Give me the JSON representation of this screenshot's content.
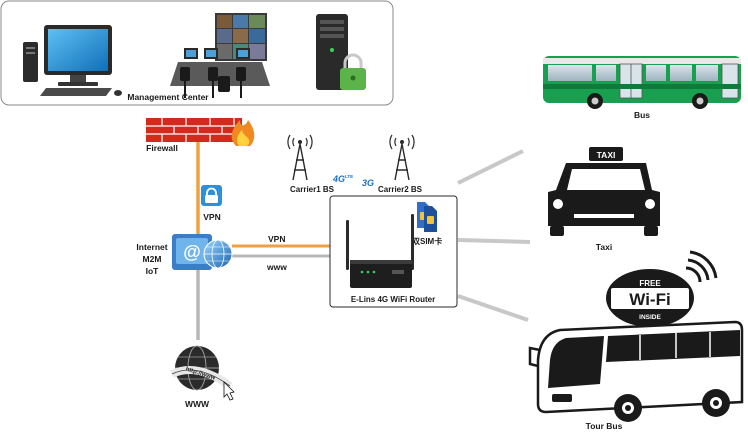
{
  "labels": {
    "management_center": "Management Center",
    "firewall": "Firewall",
    "vpn_lock": "VPN",
    "internet_lines": [
      "Internet",
      "M2M",
      "IoT"
    ],
    "vpn_link": "VPN",
    "www_link": "www",
    "www_globe": "WWW",
    "globe_url": "http://www",
    "carrier1": "Carrier1 BS",
    "carrier2": "Carrier2 BS",
    "tech_4g": "4G",
    "tech_4g_sup": "LTE",
    "tech_3g": "3G",
    "dual_sim": "双SIM卡",
    "router": "E-Lins 4G WiFi Router",
    "bus": "Bus",
    "taxi": "Taxi",
    "taxi_sign": "TAXI",
    "tour_bus": "Tour Bus",
    "wifi_free": "FREE",
    "wifi_main": "Wi-Fi",
    "wifi_inside": "INSIDE"
  },
  "colors": {
    "vpn_link": "#f0a040",
    "www_link": "#b8b8b8",
    "bus_green": "#18a050",
    "firewall_red": "#d42a1e",
    "lock_blue": "#2f8fd8",
    "screen_blue": "#1e8ad6",
    "connector_gray": "#c8c8c8"
  }
}
